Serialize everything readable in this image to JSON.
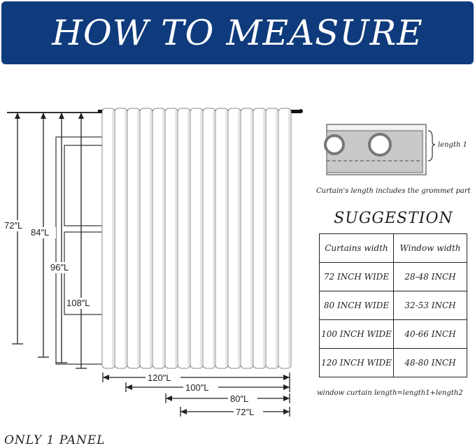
{
  "banner": {
    "title": "HOW TO MEASURE"
  },
  "diagram": {
    "heights": [
      "72″L",
      "84″L",
      "96″L",
      "108″L"
    ],
    "widths": [
      "120″L",
      "100″L",
      "80″L",
      "72″L"
    ]
  },
  "grommet": {
    "label": "length 1",
    "caption": "Curtain's length includes the grommet part"
  },
  "suggestion": {
    "title": "SUGGESTION",
    "headers": [
      "Curtains width",
      "Window width"
    ],
    "rows": [
      [
        "72 INCH WIDE",
        "28-48 INCH"
      ],
      [
        "80 INCH WIDE",
        "32-53 INCH"
      ],
      [
        "100 INCH WIDE",
        "40-66 INCH"
      ],
      [
        "120 INCH WIDE",
        "48-80 INCH"
      ]
    ],
    "formula": "window curtain length=length1+length2"
  },
  "footer": {
    "panel_note": "ONLY 1 PANEL"
  }
}
